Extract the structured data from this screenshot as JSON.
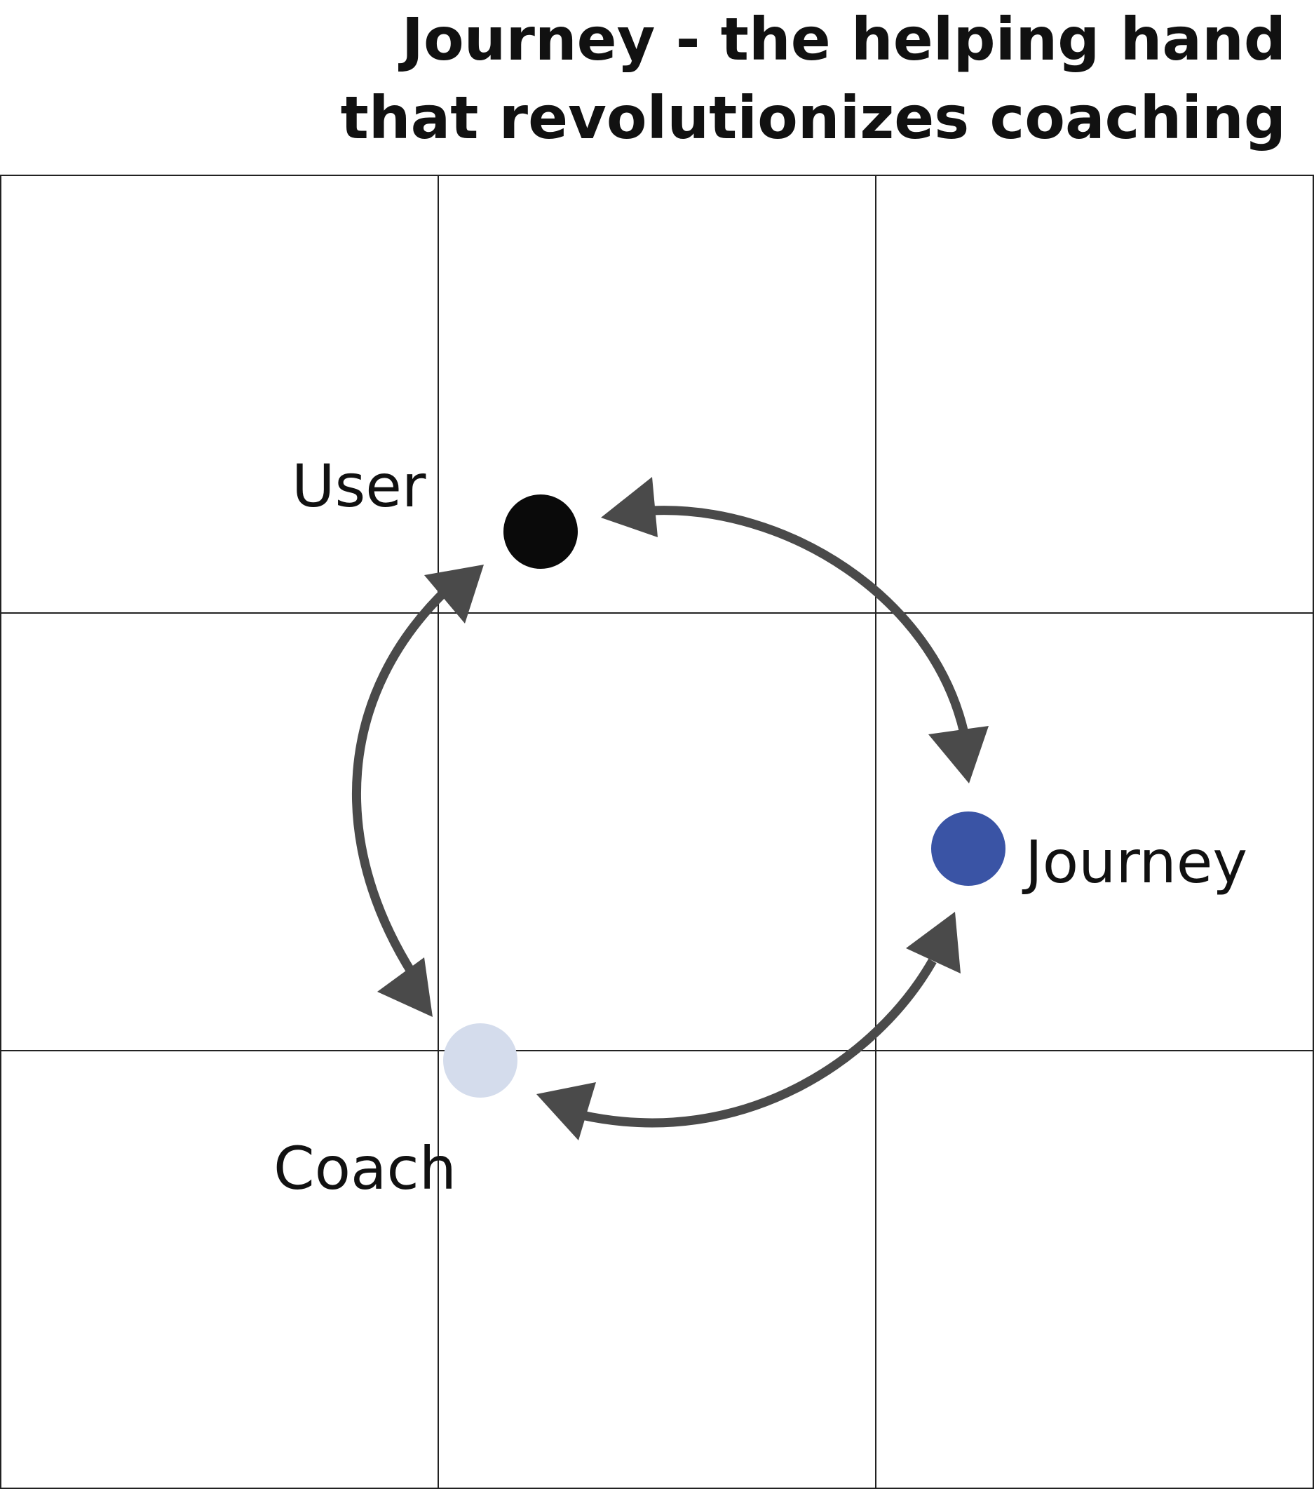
{
  "title": {
    "line1": "Journey - the helping hand",
    "line2": "that revolutionizes coaching"
  },
  "nodes": {
    "user": {
      "label": "User",
      "color": "#0a0a0a"
    },
    "journey": {
      "label": "Journey",
      "color": "#3a54a5"
    },
    "coach": {
      "label": "Coach",
      "color": "#d4dcec"
    }
  },
  "colors": {
    "arrow": "#4a4a4a",
    "grid": "#222222"
  }
}
